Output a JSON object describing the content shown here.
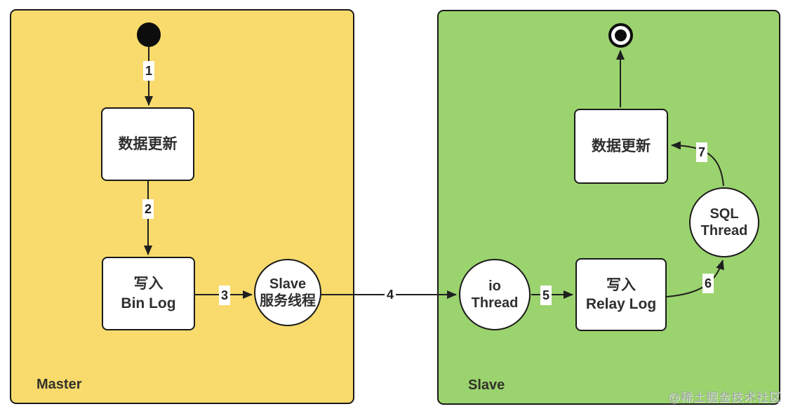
{
  "diagram": {
    "master": {
      "label": "Master",
      "data_update": "数据更新",
      "bin_log": {
        "line1": "写入",
        "line2": "Bin Log"
      },
      "slave_service_thread": {
        "line1": "Slave",
        "line2": "服务线程"
      }
    },
    "slave": {
      "label": "Slave",
      "io_thread": {
        "line1": "io",
        "line2": "Thread"
      },
      "relay_log": {
        "line1": "写入",
        "line2": "Relay Log"
      },
      "sql_thread": {
        "line1": "SQL",
        "line2": "Thread"
      },
      "data_update": "数据更新"
    },
    "edge_labels": {
      "e1": "1",
      "e2": "2",
      "e3": "3",
      "e4": "4",
      "e5": "5",
      "e6": "6",
      "e7": "7"
    },
    "watermark": "@稀土掘金技术社区",
    "colors": {
      "master_bg": "#F8DB6C",
      "slave_bg": "#9BD36E",
      "node_fill": "#FFFFFF",
      "stroke": "#1A1A1A",
      "text": "#2F2F2F",
      "watermark_text": "#9AA3A3"
    }
  }
}
